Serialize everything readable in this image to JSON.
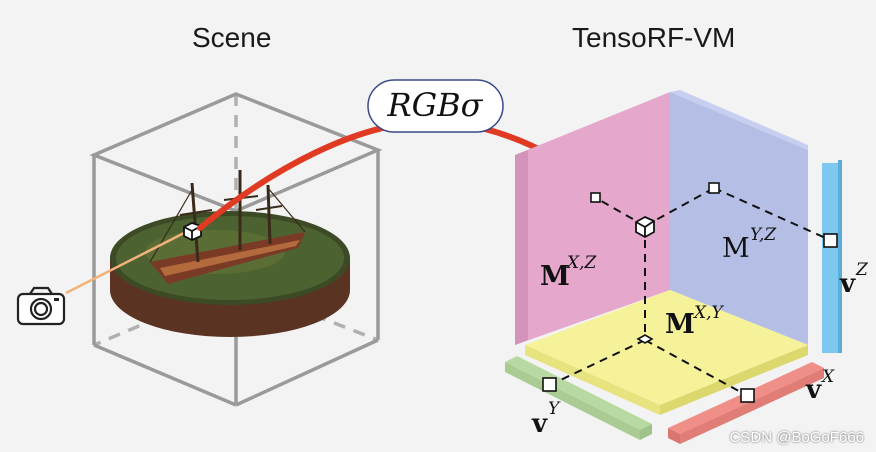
{
  "titles": {
    "scene": "Scene",
    "tensorf": "TensoRF-VM"
  },
  "labels": {
    "rgb_sigma": "RGBσ",
    "m_xz": "M",
    "m_xz_sup": "X,Z",
    "m_yz": "M",
    "m_yz_sup": "Y,Z",
    "m_xy": "M",
    "m_xy_sup": "X,Y",
    "v_z": "v",
    "v_z_sup": "Z",
    "v_y": "v",
    "v_y_sup": "Y",
    "v_x": "v",
    "v_x_sup": "X"
  },
  "watermark": "CSDN @BoGoF666",
  "colors": {
    "plane_xz": "#e5a8cc",
    "plane_yz": "#b5bfe6",
    "plane_xy": "#f6f29a",
    "vec_z": "#7cc8ee",
    "vec_y": "#b9d9a4",
    "vec_x": "#ef8f88",
    "ray": "#e03a22",
    "camera_ray": "#f2b27a",
    "cube_edge": "#9a9a9a"
  },
  "icons": {
    "camera": "camera-icon",
    "ship": "ship-scene-image"
  }
}
